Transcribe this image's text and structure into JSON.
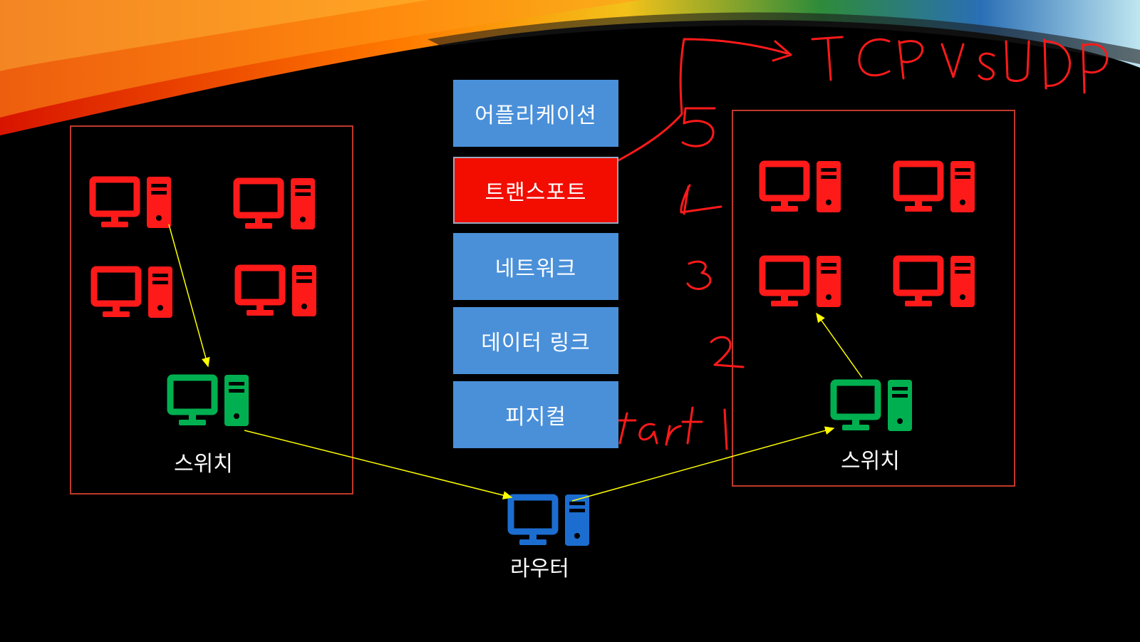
{
  "osi_layers": [
    {
      "label": "어플리케이션",
      "color": "#4a90d9"
    },
    {
      "label": "트랜스포트",
      "color": "#f20d00"
    },
    {
      "label": "네트워크",
      "color": "#4a90d9"
    },
    {
      "label": "데이터 링크",
      "color": "#4a90d9"
    },
    {
      "label": "피지컬",
      "color": "#4a90d9"
    }
  ],
  "devices": {
    "left_switch_label": "스위치",
    "right_switch_label": "스위치",
    "router_label": "라우터"
  },
  "colors": {
    "host": "#ff1a1a",
    "switch": "#00b050",
    "router": "#1c6dd0",
    "network_box": "#c0392b",
    "arrow": "#ffff00",
    "handwriting": "#ff1a1a"
  },
  "annotations": {
    "title": "TCP vs UDP",
    "layer_numbers": [
      "5",
      "4",
      "3",
      "2",
      "1"
    ],
    "start": "Start"
  },
  "icons": [
    "computer-icon",
    "mouse-cursor-icon"
  ]
}
